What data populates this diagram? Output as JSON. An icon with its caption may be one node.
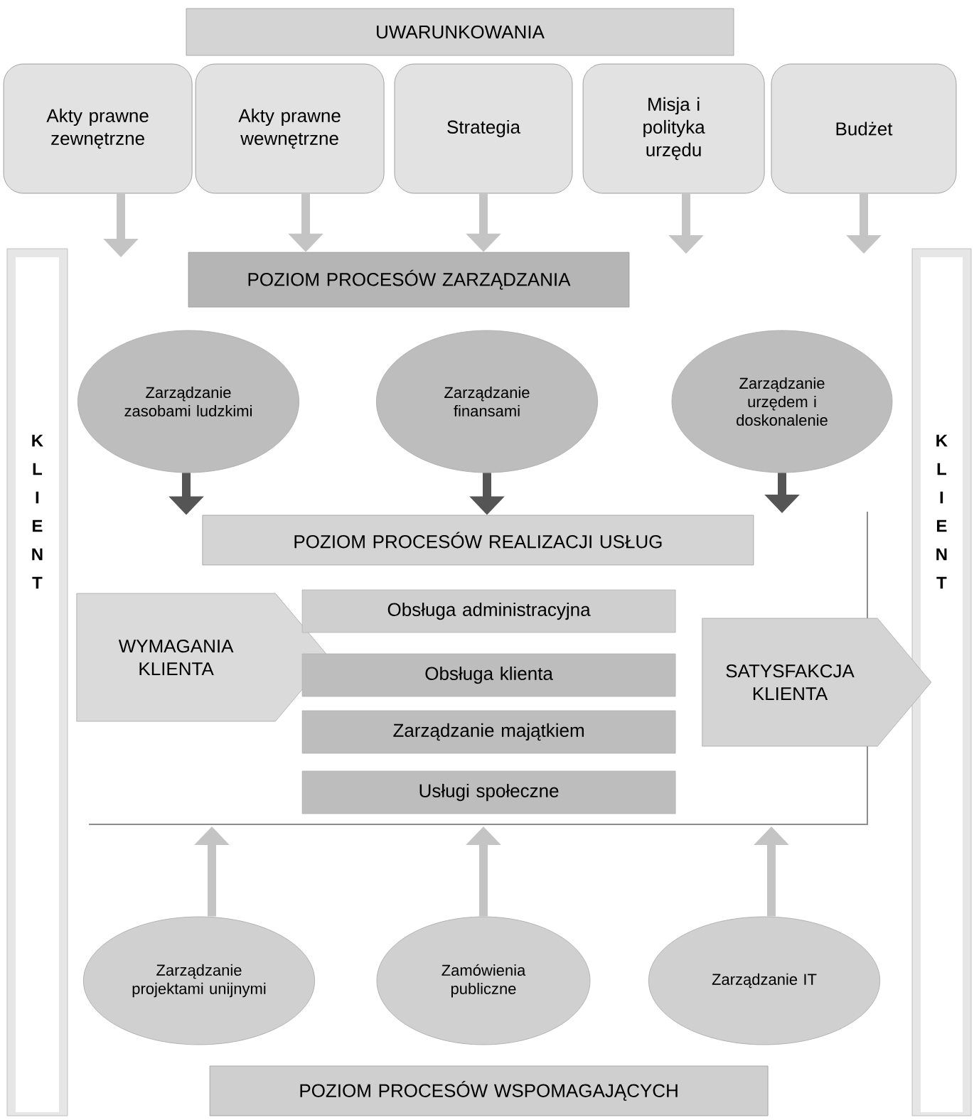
{
  "diagram": {
    "nodes": [
      {
        "text": [
          "UWARUNKOWANIA"
        ]
      },
      {
        "text": [
          "Akty prawne zewnętrzne"
        ]
      },
      {
        "text": [
          "Akty prawne wewnętrzne"
        ]
      },
      {
        "text": [
          "Strategia"
        ]
      },
      {
        "text": [
          "Misja i polityka urzędu"
        ]
      },
      {
        "text": [
          "Budżet"
        ]
      },
      {
        "text": [
          "K L I E N T"
        ]
      },
      {
        "text": [
          "K L I E N T"
        ]
      },
      {
        "text": [
          "POZIOM PROCESÓW ZARZĄDZANIA"
        ]
      },
      {
        "text": [
          "Zarządzanie zasobami ludzkimi"
        ]
      },
      {
        "text": [
          "Zarządzanie finansami"
        ]
      },
      {
        "text": [
          "Zarządzanie urzędem i doskonalenie"
        ]
      },
      {
        "text": [
          "POZIOM PROCESÓW REALIZACJI USŁUG"
        ]
      },
      {
        "text": [
          "WYMAGANIA KLIENTA"
        ]
      },
      {
        "text": [
          "Obsługa administracyjna"
        ]
      },
      {
        "text": [
          "Obsługa klienta"
        ]
      },
      {
        "text": [
          "Zarządzanie majątkiem"
        ]
      },
      {
        "text": [
          "Usługi społeczne"
        ]
      },
      {
        "text": [
          "SATYSFAKCJA KLIENTA"
        ]
      },
      {
        "text": [
          "Zarządzanie projektami unijnymi"
        ]
      },
      {
        "text": [
          "Zamówienia publiczne"
        ]
      },
      {
        "text": [
          "Zarządzanie IT"
        ]
      },
      {
        "text": [
          "POZIOM PROCESÓW WSPOMAGAJĄCYCH"
        ]
      }
    ],
    "edges": [
      {
        "from": 1,
        "to": null,
        "arrow": "to"
      },
      {
        "from": 2,
        "to": 8,
        "arrow": "to"
      },
      {
        "from": 3,
        "to": 8,
        "arrow": "to"
      },
      {
        "from": 4,
        "to": null,
        "arrow": "to"
      },
      {
        "from": 5,
        "to": null,
        "arrow": "to"
      },
      {
        "from": 9,
        "to": 12,
        "arrow": "to",
        "color": "#555555"
      },
      {
        "from": 10,
        "to": 12,
        "arrow": "to",
        "color": "#555555"
      },
      {
        "from": 11,
        "to": null,
        "arrow": "to",
        "color": "#555555"
      },
      {
        "from": 19,
        "to": null,
        "arrow": "to"
      },
      {
        "from": 20,
        "to": null,
        "arrow": "to"
      },
      {
        "from": 21,
        "to": null,
        "arrow": "to"
      }
    ]
  }
}
